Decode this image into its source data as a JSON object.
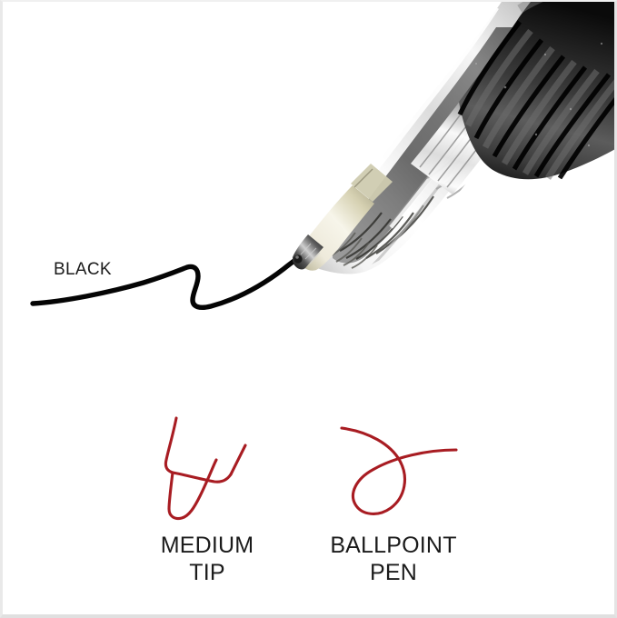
{
  "product_image": {
    "background_color": "#ffffff",
    "border_color": "#e6e6e6",
    "ink_color_label": "BLACK",
    "ink_stroke_color": "#050505",
    "accent_color": "#a81c22",
    "text_color": "#1b1b1b",
    "pen": {
      "grip_color": "#2b2b2b",
      "barrel_color": "#d8d8d8",
      "tip_metal_color": "#3a3a38",
      "tip_cone_color": "#ddd9bc",
      "grip_texture": "ribbed-rubber-grip",
      "barrel_material": "transparent-plastic"
    },
    "features": [
      {
        "icon_name": "medium-tip-icon",
        "icon_color": "#a81c22",
        "caption_line_1": "MEDIUM",
        "caption_line_2": "TIP"
      },
      {
        "icon_name": "ballpoint-pen-icon",
        "icon_color": "#a81c22",
        "caption_line_1": "BALLPOINT",
        "caption_line_2": "PEN"
      }
    ]
  }
}
